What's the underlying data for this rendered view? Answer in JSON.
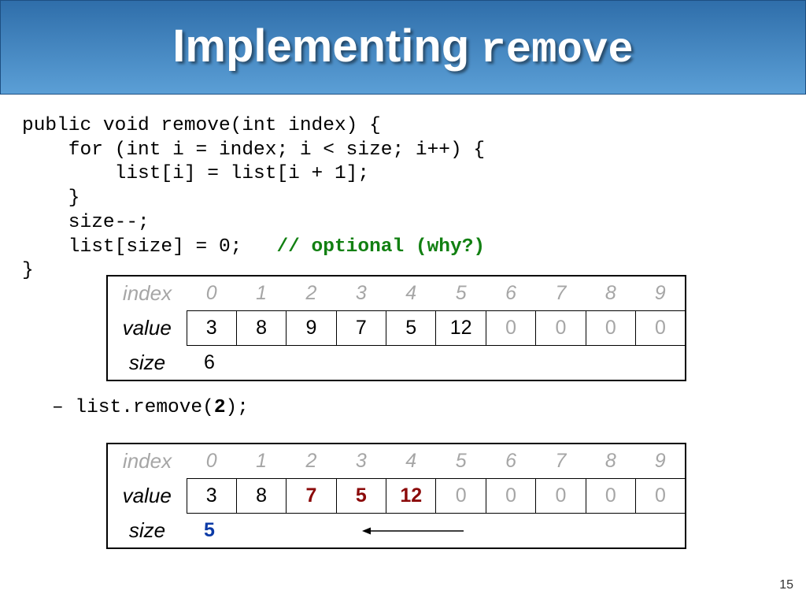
{
  "title": {
    "text": "Implementing",
    "mono": "remove"
  },
  "code": {
    "lines": [
      "public void remove(int index) {",
      "    for (int i = index; i < size; i++) {",
      "        list[i] = list[i + 1];",
      "    }",
      "    size--;",
      "    list[size] = 0;   ",
      "}"
    ],
    "comment": "// optional (why?)"
  },
  "table_before": {
    "labels": {
      "index": "index",
      "value": "value",
      "size": "size"
    },
    "indices": [
      "0",
      "1",
      "2",
      "3",
      "4",
      "5",
      "6",
      "7",
      "8",
      "9"
    ],
    "values": [
      "3",
      "8",
      "9",
      "7",
      "5",
      "12",
      "0",
      "0",
      "0",
      "0"
    ],
    "size": "6"
  },
  "bullet": {
    "dash": "– ",
    "prefix": "list.remove(",
    "arg": "2",
    "suffix": ");"
  },
  "table_after": {
    "labels": {
      "index": "index",
      "value": "value",
      "size": "size"
    },
    "indices": [
      "0",
      "1",
      "2",
      "3",
      "4",
      "5",
      "6",
      "7",
      "8",
      "9"
    ],
    "values": [
      "3",
      "8",
      "7",
      "5",
      "12",
      "0",
      "0",
      "0",
      "0",
      "0"
    ],
    "size": "5"
  },
  "colors": {
    "title_bg": "#4a8cc8",
    "comment": "#128012",
    "changed": "#8b0a0a",
    "size_new": "#0b3aa6",
    "muted": "#a6a6a6"
  },
  "page_number": "15"
}
